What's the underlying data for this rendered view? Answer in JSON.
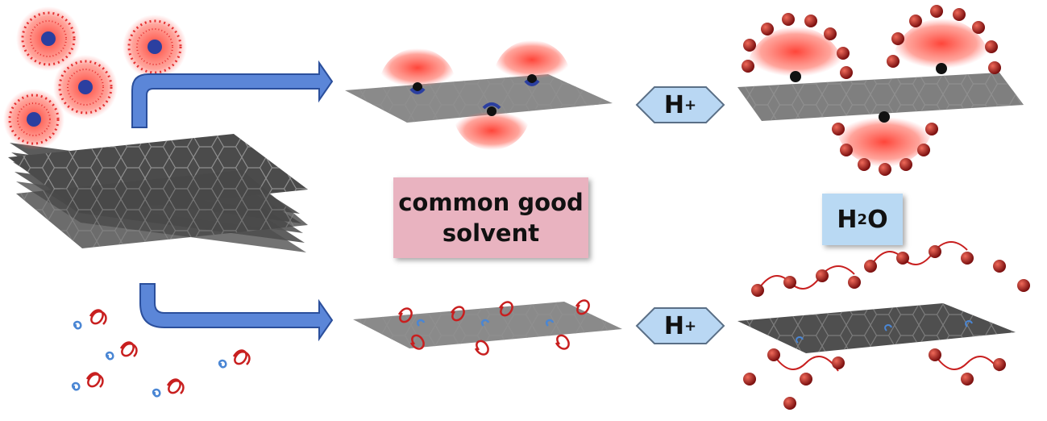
{
  "labels": {
    "solvent_line1": "common good",
    "solvent_line2": "solvent",
    "water_main": "H",
    "water_sub": "2",
    "water_end": "O",
    "proton_main": "H",
    "proton_sup": "+"
  },
  "colors": {
    "arrow_fill": "#5b86d8",
    "arrow_stroke": "#2b4f9c",
    "hexagon_fill": "#b9d7f3",
    "hexagon_stroke": "#5a6f86",
    "solvent_box": "#e9b3c0",
    "water_box": "#b9d9f3",
    "sheet": "#4b4b4b",
    "sheet_line": "#9a9a9a",
    "corona": "#e53030",
    "core": "#2b3fa0",
    "coil_red": "#c81f1f",
    "coil_blue": "#4a86d4",
    "charge_ball": "#b22222"
  }
}
